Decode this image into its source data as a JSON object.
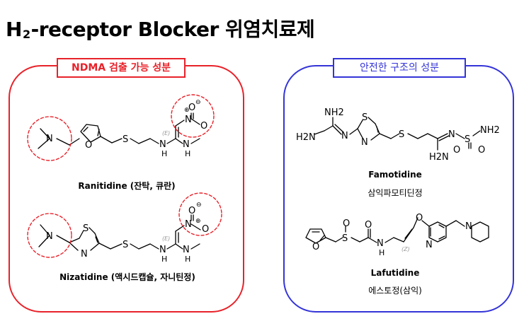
{
  "header": {
    "title_prefix": "H",
    "title_subscript": "2",
    "title_rest": "-receptor Blocker 위염치료제"
  },
  "panels": {
    "left": {
      "title": "NDMA 검출 가능 성분",
      "color": "#e8222a"
    },
    "right": {
      "title": "안전한 구조의 성분",
      "color": "#3434d8"
    }
  },
  "drugs": {
    "ranitidine": {
      "name": "Ranitidine (잔탁, 큐란)"
    },
    "nizatidine": {
      "name": "Nizatidine (액시드캡슐, 자니틴정)"
    },
    "famotidine": {
      "name": "Famotidine",
      "brand": "삼익파모티딘정"
    },
    "lafutidine": {
      "name": "Lafutidine",
      "brand": "에스토정(삼익)"
    }
  },
  "atoms": {
    "N": "N",
    "O": "O",
    "S": "S",
    "H2N": "H2N",
    "NH2": "NH2",
    "H": "H",
    "plus": "⊕",
    "minus": "⊖",
    "stereo_e": "(E)",
    "stereo_z": "(Z)"
  }
}
